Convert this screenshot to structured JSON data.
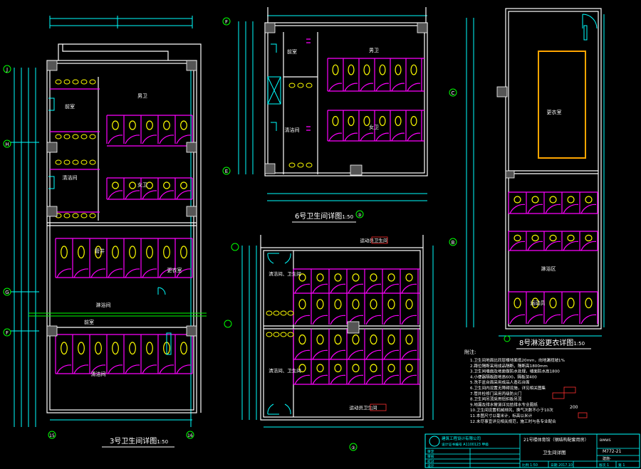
{
  "colors": {
    "background": "#000000",
    "wall": "#ffffff",
    "fixture": "#ff00ff",
    "dimension": "#00ffff",
    "accent": "#ffff00",
    "green": "#00ff00",
    "red": "#ff3030",
    "title_block": "#00ffff"
  },
  "plans": {
    "plan3": {
      "title": "3号卫生间详图",
      "scale": "1:50",
      "grid_left": [
        "J",
        "H",
        "G",
        "F"
      ],
      "grid_bottom": [
        "15",
        "16"
      ]
    },
    "plan6": {
      "title": "6号卫生间详图",
      "scale": "1:50",
      "grid_left": [
        "F",
        "E"
      ],
      "grid_bottom": [
        "③"
      ]
    },
    "plan8": {
      "title": "8号淋浴更衣详图",
      "scale": "1:50",
      "grid_left": [
        "C",
        "B"
      ]
    },
    "planCenter": {
      "grid_bottom": [
        "③"
      ]
    }
  },
  "labels": {
    "l1": "男卫",
    "l2": "女卫",
    "l3": "前室",
    "l4": "清洁间",
    "l5": "管井",
    "l6": "更衣室",
    "l7": "淋浴间",
    "l8": "前室",
    "l9": "清洁间、卫生间",
    "l10": "清洁间、卫生间",
    "l11": "男卫",
    "l12": "女卫",
    "l13": "前室",
    "l14": "运动员卫生间",
    "l15": "运动员卫生间",
    "l16": "清洁间",
    "l17": "更衣室",
    "l18": "淋浴区",
    "l19": "运动员",
    "l20": "清洁间",
    "l21": "卫生间"
  },
  "notes": {
    "heading": "附注:",
    "lines": [
      "1.卫生间地面比同层楼地面低20mm，向地漏找坡1%",
      "2.蹲位隔断采用成品隔断，隔断高1800mm",
      "3.卫生间墙面及地面做防水处理，墙面防水高1800",
      "4.小便器隔板距地高600，隔板深400",
      "5.洗手盆台面采用成品人造石台面",
      "6.卫生间内设置无障碍设施，详见相关图集",
      "7.管井检修门采用丙级防火门",
      "8.卫生间吊顶采用铝扣板吊顶",
      "9.地漏及排水管道详见给排水专业图纸",
      "10.卫生间设置机械排风，换气次数不小于10次",
      "11.本图尺寸以毫米计，标高以米计",
      "12.未尽事宜详见相关规范，施工时与各专业配合"
    ],
    "inline_value": "200"
  },
  "title_block": {
    "company": "建筑工程设计有限公司",
    "company_sub": "设计证书编号 A1100123 甲级",
    "project": "21号楼体育馆（钢结构配套用房）",
    "drawing": "卫生间详图",
    "code": "BIMWS",
    "drawing_no": "M772-21",
    "sheet": "建施-",
    "scale_label": "比例",
    "scale": "1:50",
    "date_label": "日期",
    "date": "2017.10",
    "version_label": "版次",
    "version": "1",
    "page_label": "第",
    "page": "1",
    "roles": [
      "审定",
      "审核",
      "校对",
      "设计"
    ]
  }
}
